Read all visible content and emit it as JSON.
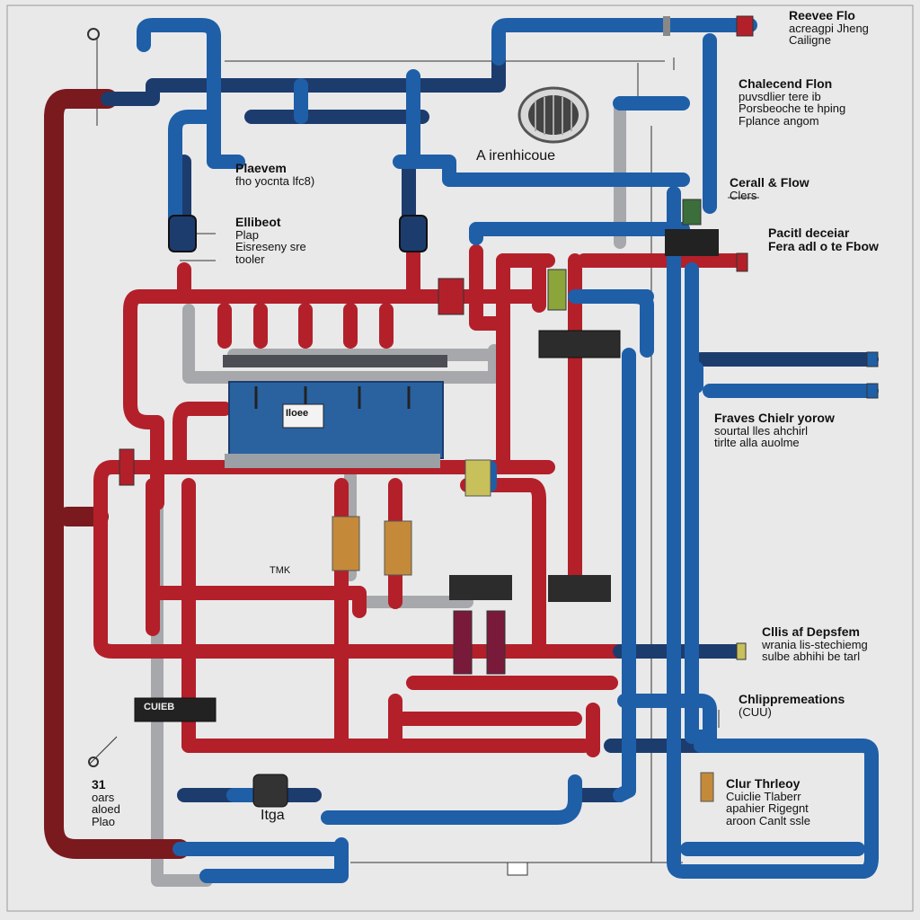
{
  "labels": {
    "top_right": {
      "title": "Reevee Flo",
      "line1": "acreagpi Jheng",
      "line2": "Cailigne"
    },
    "right_block1": {
      "title": "Chalecend Flon",
      "line1": "puvsdlier tere ib",
      "line2": "Porsbeoche te hping",
      "line3": "Fplance angom"
    },
    "right_block2": {
      "title": "Cerall & Flow",
      "line1": "Clers"
    },
    "right_block3": {
      "title": "Pacitl deceiar",
      "line1": "Fera adl o te Fbow"
    },
    "right_block4": {
      "title": "Fraves Chielr yorow",
      "line1": "sourtal lles ahchirl",
      "line2": "tirlte alla auolme"
    },
    "right_block5": {
      "title": "Cllis af Depsfem",
      "line1": "wrania lis-stechiemg",
      "line2": "sulbe abhihi be tarl"
    },
    "right_block6": {
      "title": "Chlippremeations",
      "line1": "(CUU)"
    },
    "right_block7": {
      "title": "Clur Thrleoy",
      "line1": "Cuiclie Tlaberr",
      "line2": "apahier Rigegnt",
      "line3": "aroon Canlt ssle"
    },
    "left_block1": {
      "title": "Plaevem",
      "line1": "fho yocnta lfc8)"
    },
    "left_block2": {
      "title": "Ellibeot",
      "line1": "Plap",
      "line2": "Eisreseny sre",
      "line3": "tooler"
    },
    "center_top": {
      "text": "A irenhicoue"
    },
    "tank_tag": {
      "text": "Iloee"
    },
    "gauge_box": {
      "text": "CUIEB"
    },
    "bottom_left": {
      "line1": "31",
      "line2": "oars",
      "line3": "aloed",
      "line4": "Plao"
    },
    "bottom_mid": {
      "text": "Itga"
    },
    "valve_tag": {
      "text": "TMK"
    }
  },
  "colors": {
    "red_pipe": "#b3202a",
    "dark_red_pipe": "#7a1a1e",
    "blue_pipe": "#1e5fa8",
    "navy_pipe": "#1d3c6e",
    "gray_pipe": "#a6a8ab",
    "tank_blue": "#2a62a0",
    "background": "#e9e9ea"
  }
}
